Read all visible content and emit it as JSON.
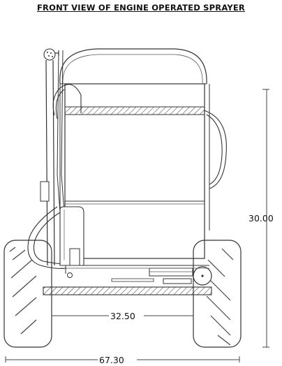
{
  "drawing": {
    "title": "FRONT VIEW OF ENGINE OPERATED SPRAYER",
    "dimensions": {
      "height": "30.00",
      "inner_width": "32.50",
      "overall_width": "67.30"
    }
  }
}
